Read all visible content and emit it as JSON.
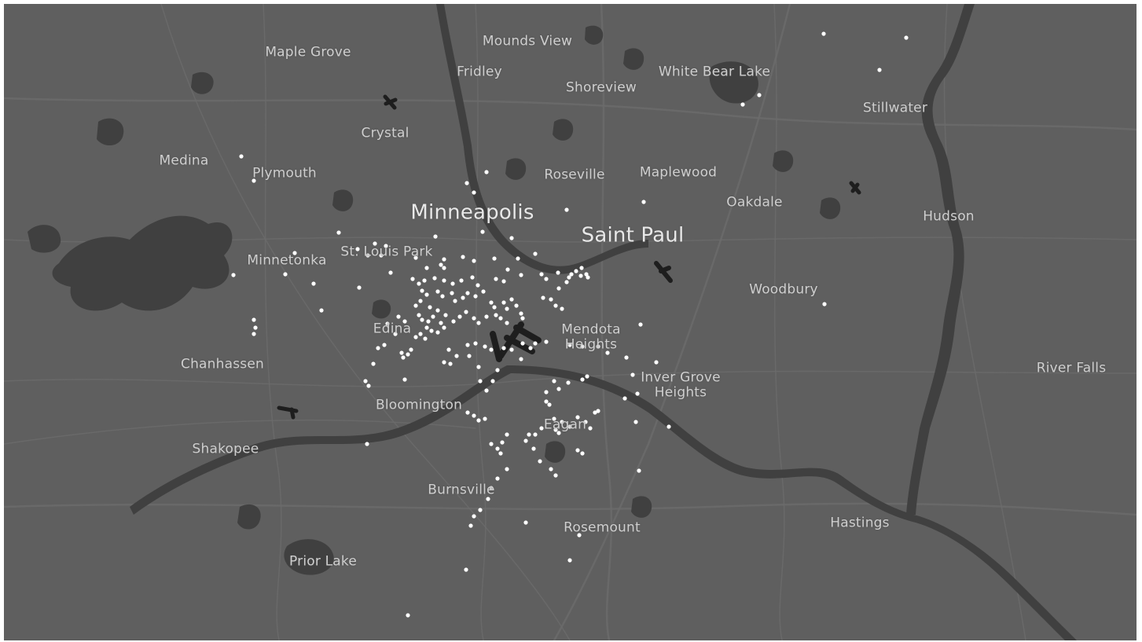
{
  "map": {
    "basemap_style": "dark-gray",
    "colors": {
      "land": "#5f5f5f",
      "water": "#404040",
      "road": "#6b6b6b",
      "label": "#cfcfcf",
      "point": "#ffffff",
      "airport": "#1e1e1e"
    },
    "labels": [
      {
        "id": "mounds-view",
        "text": "Mounds View",
        "tier": "minor"
      },
      {
        "id": "maple-grove",
        "text": "Maple Grove",
        "tier": "minor"
      },
      {
        "id": "fridley",
        "text": "Fridley",
        "tier": "minor"
      },
      {
        "id": "white-bear-lake",
        "text": "White Bear Lake",
        "tier": "minor"
      },
      {
        "id": "shoreview",
        "text": "Shoreview",
        "tier": "minor"
      },
      {
        "id": "stillwater",
        "text": "Stillwater",
        "tier": "minor"
      },
      {
        "id": "crystal",
        "text": "Crystal",
        "tier": "minor"
      },
      {
        "id": "medina",
        "text": "Medina",
        "tier": "minor"
      },
      {
        "id": "plymouth",
        "text": "Plymouth",
        "tier": "minor"
      },
      {
        "id": "roseville",
        "text": "Roseville",
        "tier": "minor"
      },
      {
        "id": "maplewood",
        "text": "Maplewood",
        "tier": "minor"
      },
      {
        "id": "oakdale",
        "text": "Oakdale",
        "tier": "minor"
      },
      {
        "id": "hudson",
        "text": "Hudson",
        "tier": "minor"
      },
      {
        "id": "minneapolis",
        "text": "Minneapolis",
        "tier": "major"
      },
      {
        "id": "saint-paul",
        "text": "Saint Paul",
        "tier": "major"
      },
      {
        "id": "st-louis-park",
        "text": "St. Louis Park",
        "tier": "minor"
      },
      {
        "id": "minnetonka",
        "text": "Minnetonka",
        "tier": "minor"
      },
      {
        "id": "woodbury",
        "text": "Woodbury",
        "tier": "minor"
      },
      {
        "id": "edina",
        "text": "Edina",
        "tier": "minor"
      },
      {
        "id": "mendota-heights",
        "text": "Mendota Heights",
        "tier": "minor"
      },
      {
        "id": "chanhassen",
        "text": "Chanhassen",
        "tier": "minor"
      },
      {
        "id": "inver-grove-heights",
        "text": "Inver Grove Heights",
        "tier": "minor"
      },
      {
        "id": "river-falls",
        "text": "River Falls",
        "tier": "minor"
      },
      {
        "id": "bloomington",
        "text": "Bloomington",
        "tier": "minor"
      },
      {
        "id": "eagan",
        "text": "Eagan",
        "tier": "minor"
      },
      {
        "id": "shakopee",
        "text": "Shakopee",
        "tier": "minor"
      },
      {
        "id": "burnsville",
        "text": "Burnsville",
        "tier": "minor"
      },
      {
        "id": "rosemount",
        "text": "Rosemount",
        "tier": "minor"
      },
      {
        "id": "hastings",
        "text": "Hastings",
        "tier": "minor"
      },
      {
        "id": "prior-lake",
        "text": "Prior Lake",
        "tier": "minor"
      }
    ],
    "airport_icons": [
      "airport-crystal",
      "airport-msp",
      "airport-downtown-stpaul",
      "airport-lake-elmo",
      "airport-flying-cloud"
    ],
    "point_layer": {
      "name": "location-points",
      "count_visible": 222
    }
  }
}
